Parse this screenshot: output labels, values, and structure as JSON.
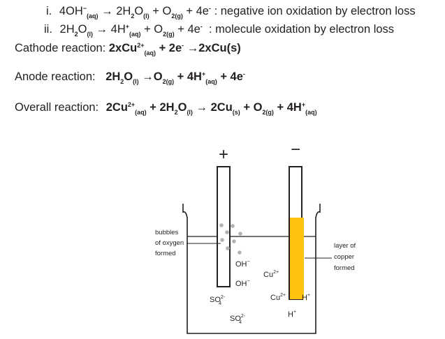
{
  "equations": {
    "i_num": "i.",
    "i_text": "4OH⁻(aq) → 2H₂O(l) + O₂(g) + 4e⁻ : negative ion oxidation by electron loss",
    "ii_num": "ii.",
    "ii_text": "2H₂O(l) → 4H⁺(aq) + O₂(g) + 4e⁻ : molecule oxidation by electron loss",
    "i_desc": "negative ion oxidation by electron loss",
    "ii_desc": "molecule oxidation by electron loss",
    "cathode_label": "Cathode reaction:",
    "cathode_text": "2xCu²⁺(aq) + 2e⁻ → 2xCu(s)",
    "anode_label": "Anode reaction:",
    "anode_text": "2H₂O(l) → O₂(g) + 4H⁺(aq) + 4e⁻",
    "overall_label": "Overall reaction:",
    "overall_text": "2Cu²⁺(aq) + 2H₂O(l) → 2Cu(s) + O₂(g) + 4H⁺(aq)"
  },
  "diagram": {
    "anode_sign": "+",
    "cathode_sign": "−",
    "bubbles_label": [
      "bubbles",
      "of oxygen",
      "formed"
    ],
    "copper_label": [
      "layer of",
      "copper",
      "formed"
    ],
    "ions": {
      "oh": "OH",
      "so4": "SO",
      "cu": "Cu",
      "h": "H"
    },
    "colors": {
      "copper_layer": "#ffc20e",
      "bubbles": "#b3b3b3",
      "lines": "#231f20"
    }
  }
}
